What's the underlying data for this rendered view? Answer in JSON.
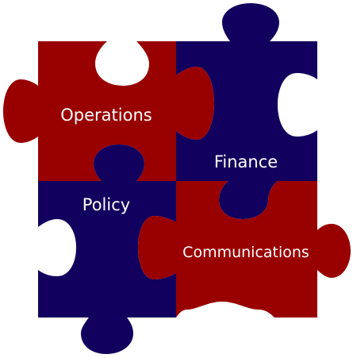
{
  "colors": {
    "red": "#990000",
    "navy": "#12005e",
    "label": "#ffffff",
    "background": "#ffffff"
  },
  "pieces": [
    {
      "id": "operations",
      "label": "Operations",
      "color": "red"
    },
    {
      "id": "finance",
      "label": "Finance",
      "color": "navy"
    },
    {
      "id": "policy",
      "label": "Policy",
      "color": "navy"
    },
    {
      "id": "communications",
      "label": "Communications",
      "color": "red"
    }
  ]
}
